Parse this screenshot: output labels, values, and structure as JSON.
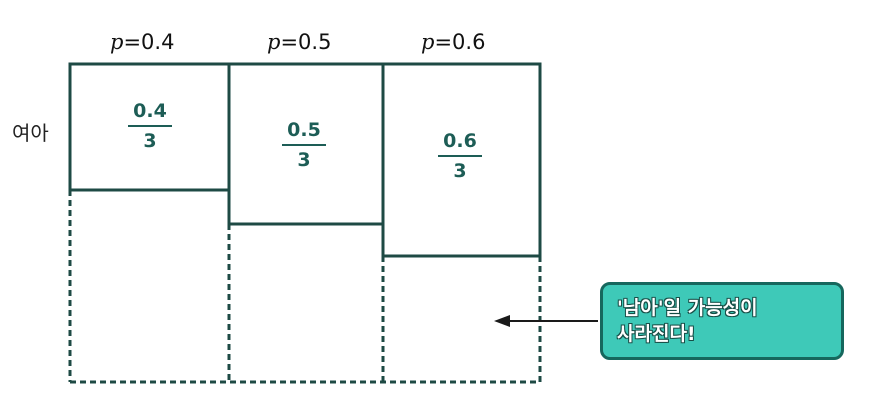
{
  "columns": [
    {
      "p_symbol": "p",
      "p_value": "=0.4",
      "numerator": "0.4",
      "denominator": "3"
    },
    {
      "p_symbol": "p",
      "p_value": "=0.5",
      "numerator": "0.5",
      "denominator": "3"
    },
    {
      "p_symbol": "p",
      "p_value": "=0.6",
      "numerator": "0.6",
      "denominator": "3"
    }
  ],
  "row_label": "여아",
  "callout": {
    "line1": "'남아'일 가능성이",
    "line2": "사라진다!"
  },
  "colors": {
    "box_stroke": "#1e4a44",
    "fraction_text": "#1d5d56",
    "callout_fill": "#3ec9b8",
    "callout_border": "#16675d"
  }
}
